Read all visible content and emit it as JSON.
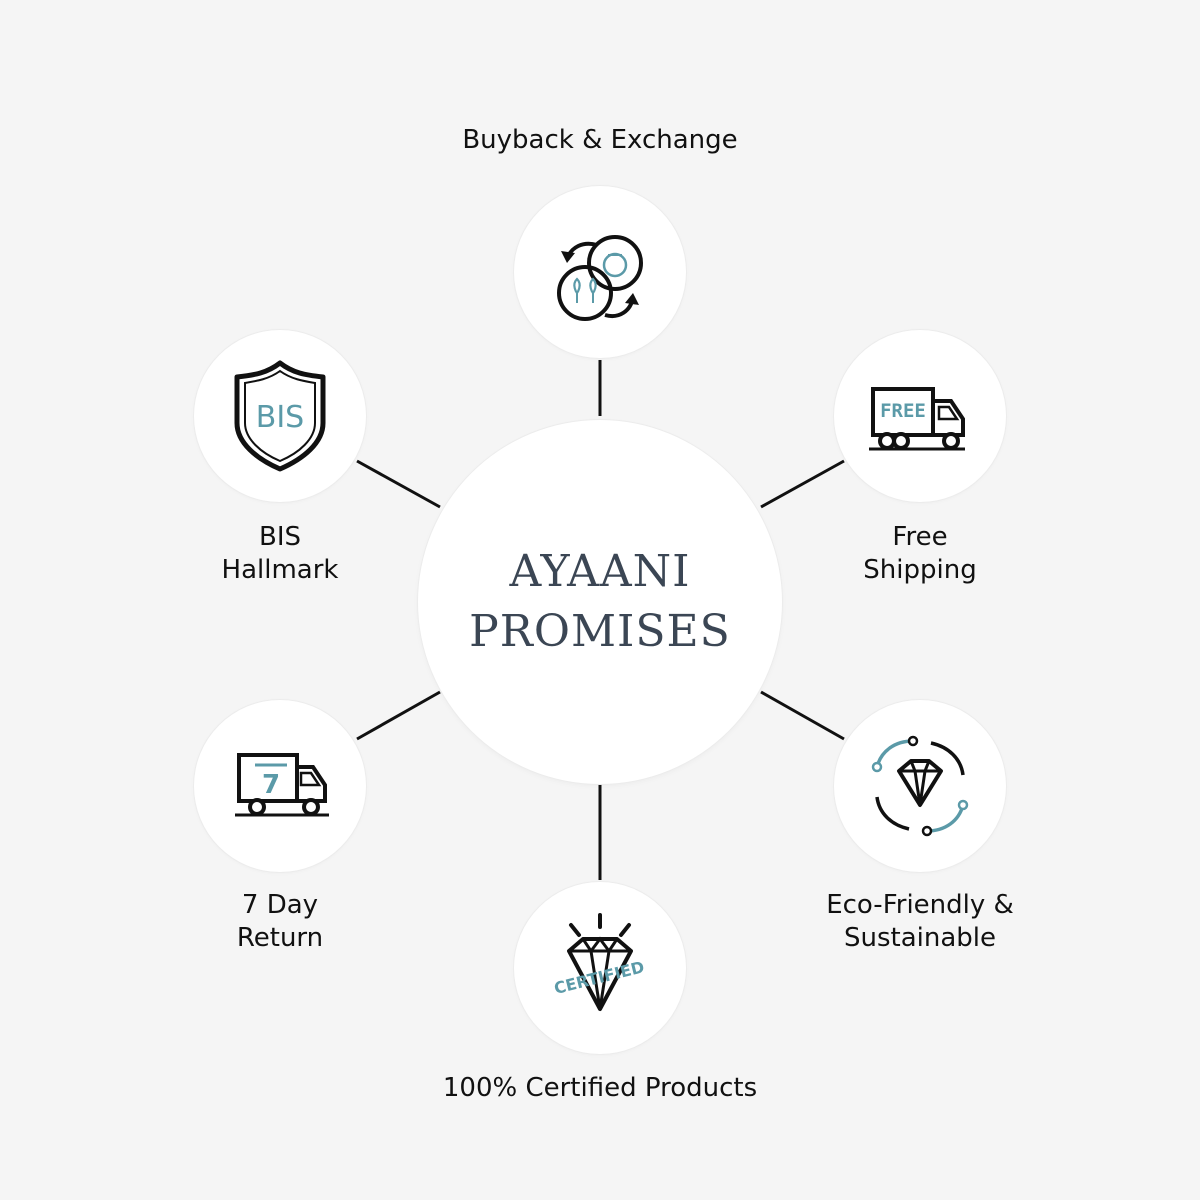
{
  "center": {
    "line1": "AYAANI",
    "line2": "PROMISES"
  },
  "colors": {
    "accent": "#5b9aa8",
    "ink": "#111111",
    "center_text": "#3b4654",
    "background": "#f5f5f5"
  },
  "promises": {
    "buyback": {
      "line1": "Buyback & Exchange",
      "icon": "exchange-icon"
    },
    "shipping": {
      "line1": "Free",
      "line2": "Shipping",
      "icon": "delivery-truck-icon",
      "badge": "FREE"
    },
    "eco": {
      "line1": "Eco-Friendly &",
      "line2": "Sustainable",
      "icon": "recycle-diamond-icon"
    },
    "certified": {
      "line1": "100% Certified Products",
      "icon": "certified-diamond-icon",
      "badge": "CERTIFIED"
    },
    "return": {
      "line1": "7 Day",
      "line2": "Return",
      "icon": "return-truck-icon",
      "badge": "7"
    },
    "bis": {
      "line1": "BIS",
      "line2": "Hallmark",
      "icon": "shield-icon",
      "badge": "BIS"
    }
  }
}
